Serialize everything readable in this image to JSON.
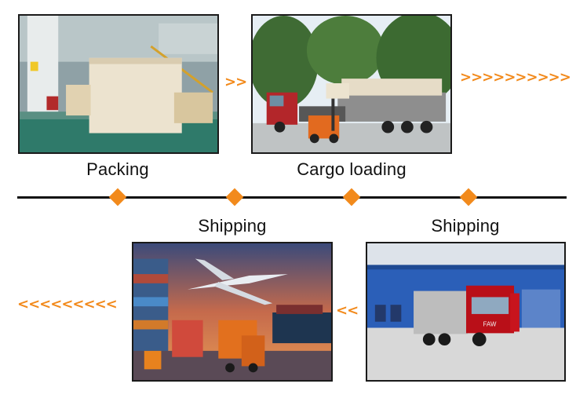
{
  "steps": [
    {
      "caption": "Packing"
    },
    {
      "caption": "Cargo loading"
    },
    {
      "caption": "Shipping"
    },
    {
      "caption": "Shipping"
    }
  ],
  "arrows": {
    "short_right": ">>",
    "long_right": ">>>>>>>>>>",
    "short_left": "<<",
    "long_left": "<<<<<<<<<"
  },
  "colors": {
    "accent": "#f28a1c",
    "line": "#111111"
  },
  "truck_cab_text": "FAW"
}
